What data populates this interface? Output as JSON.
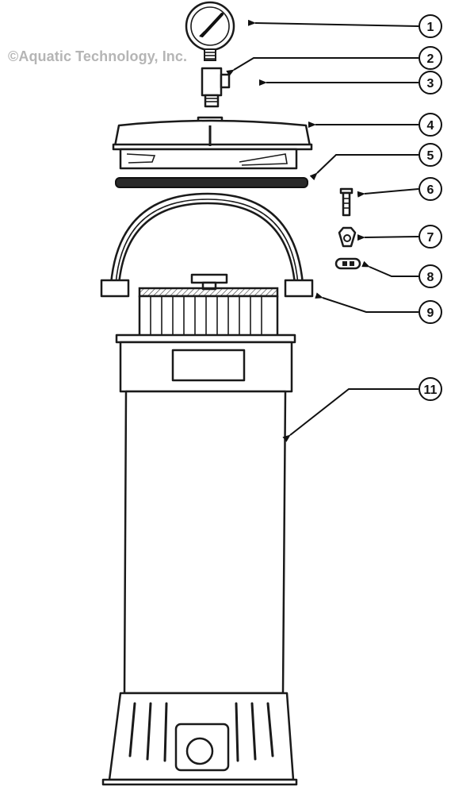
{
  "watermark": "©Aquatic Technology, Inc.",
  "callouts": [
    {
      "id": "gauge",
      "number": "1"
    },
    {
      "id": "tee-fitting",
      "number": "2"
    },
    {
      "id": "nipple",
      "number": "3"
    },
    {
      "id": "lid",
      "number": "4"
    },
    {
      "id": "o-ring",
      "number": "5"
    },
    {
      "id": "bolt",
      "number": "6"
    },
    {
      "id": "nut",
      "number": "7"
    },
    {
      "id": "washer",
      "number": "8"
    },
    {
      "id": "handle",
      "number": "9"
    },
    {
      "id": "tank",
      "number": "11"
    }
  ]
}
